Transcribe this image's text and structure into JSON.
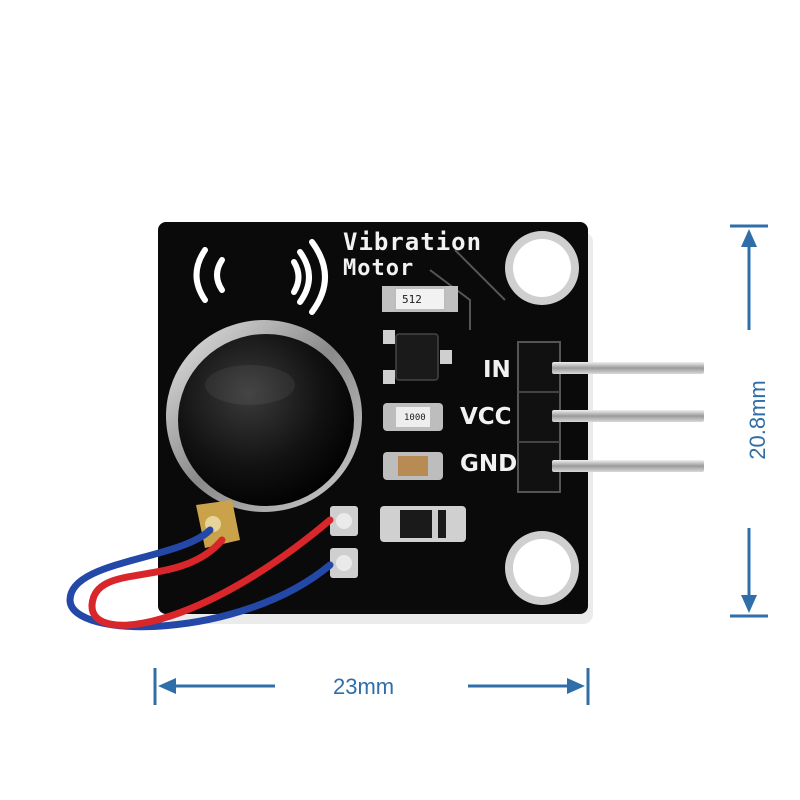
{
  "product": {
    "board_title_line1": "Vibration",
    "board_title_line2": "Motor",
    "pins": [
      {
        "label": "IN"
      },
      {
        "label": "VCC"
      },
      {
        "label": "GND"
      }
    ],
    "component_codes": {
      "resistor_top": "512",
      "resistor_middle": "1000"
    }
  },
  "dimensions": {
    "width_label": "23mm",
    "height_label": "20.8mm"
  },
  "colors": {
    "pcb": "#0a0a0a",
    "dimension": "#2f6ea8",
    "wire_red": "#d8262b",
    "wire_blue": "#2448a8",
    "pin_metal": "#bfbfbf"
  }
}
